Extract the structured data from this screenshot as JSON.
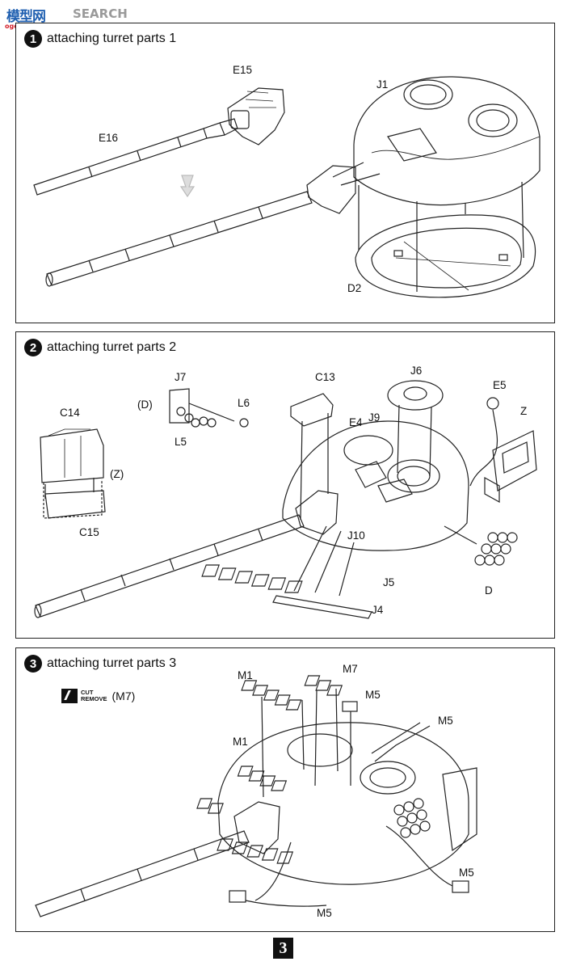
{
  "watermark": {
    "logo": "模型网",
    "text": "SEARCH",
    "url": "ogo-sinu.com"
  },
  "steps": [
    {
      "number": "1",
      "title": "attaching turret parts 1"
    },
    {
      "number": "2",
      "title": "attaching turret parts 2"
    },
    {
      "number": "3",
      "title": "attaching turret parts 3"
    }
  ],
  "panel1_labels": {
    "e15": "E15",
    "e16": "E16",
    "j1": "J1",
    "d2": "D2"
  },
  "panel2_labels": {
    "j7": "J7",
    "d_ref": "(D)",
    "l6": "L6",
    "l5": "L5",
    "c14": "C14",
    "z_ref": "(Z)",
    "c15": "C15",
    "c13": "C13",
    "j6": "J6",
    "e5": "E5",
    "z": "Z",
    "e4": "E4",
    "j9": "J9",
    "j10": "J10",
    "j5": "J5",
    "j4": "J4",
    "d": "D"
  },
  "panel3_labels": {
    "m1_top": "M1",
    "m7": "M7",
    "m5_top": "M5",
    "m5_mid": "M5",
    "m1_mid": "M1",
    "m5_right": "M5",
    "m5_bottom": "M5"
  },
  "cut_remove": {
    "line1": "CUT",
    "line2": "REMOVE",
    "ref": "(M7)"
  },
  "page_number": "3"
}
